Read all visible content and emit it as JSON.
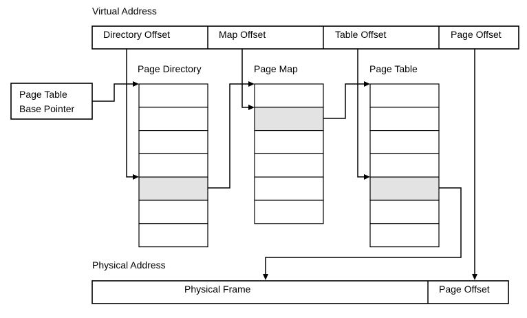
{
  "virtual_address": {
    "title": "Virtual Address",
    "fields": [
      "Directory Offset",
      "Map Offset",
      "Table Offset",
      "Page Offset"
    ]
  },
  "base_pointer": {
    "line1": "Page Table",
    "line2": "Base Pointer"
  },
  "tables": [
    {
      "label": "Page Directory",
      "cells": 7,
      "highlight": 4
    },
    {
      "label": "Page Map",
      "cells": 6,
      "highlight": 1
    },
    {
      "label": "Page Table",
      "cells": 7,
      "highlight": 4
    }
  ],
  "physical_address": {
    "title": "Physical Address",
    "fields": [
      "Physical Frame",
      "Page Offset"
    ]
  },
  "colors": {
    "highlight": "#e3e3e3",
    "line": "#000000",
    "background": "#ffffff"
  }
}
